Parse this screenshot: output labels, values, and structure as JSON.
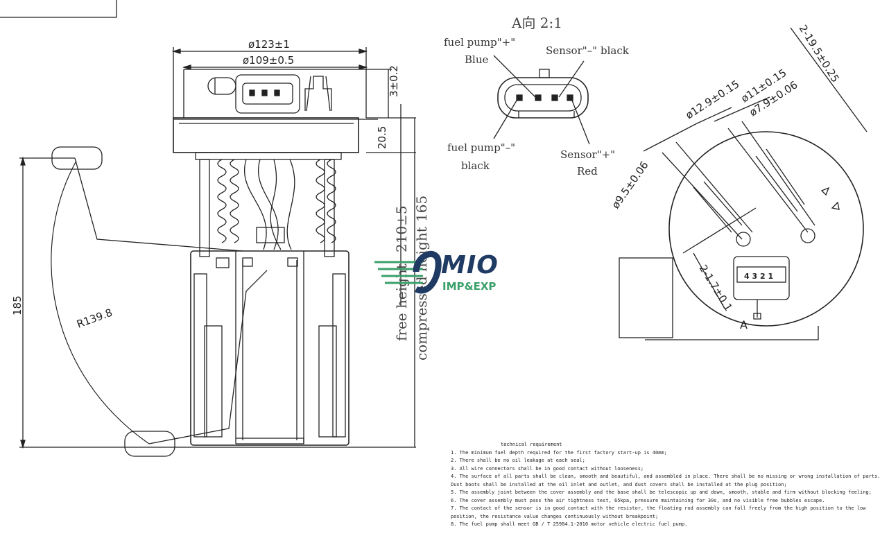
{
  "view_title": "A向 2:1",
  "dimensions": {
    "flange_outer": "ø123±1",
    "flange_inner": "ø109±0.5",
    "top_offset": "3±0.2",
    "flange_height": "20.5",
    "free_height_label": "free height",
    "free_height_value": "210±5",
    "compressed_height_label": "compressed height",
    "compressed_height_value": "165",
    "total_depth": "185",
    "float_radius": "R139.8",
    "port_a": "ø12.9±0.15",
    "port_b": "ø11±0.15",
    "port_c": "ø7.9±0.06",
    "port_d": "ø9.5±0.06",
    "angle_top": "2-19.5±0.25",
    "angle_bottom": "2-1.7±0.1",
    "pins": "4 3 2 1",
    "view_arrow": "A"
  },
  "connector_labels": {
    "pump_plus": "fuel pump\"+\"",
    "pump_plus_color": "Blue",
    "sensor_minus": "Sensor\"–\"",
    "sensor_minus_color": "black",
    "pump_minus": "fuel pump\"–\"",
    "pump_minus_color": "black",
    "sensor_plus": "Sensor\"+\"",
    "sensor_plus_color": "Red"
  },
  "logo": {
    "name": "MIO",
    "sub": "IMP&EXP",
    "primary_color": "#1f3a63",
    "accent_color": "#3aa06a"
  },
  "technical_requirements": {
    "title": "technical requirement",
    "items": [
      "1. The minimum fuel depth required for the first factory start-up is 40mm;",
      "2. There shall be no oil leakage at each seal;",
      "3. All wire connectors shall be in good contact without looseness;",
      "4. The surface of all parts shall be clean, smooth and beautiful, and assembled in place. There shall be no missing or wrong installation of parts. Dust boots shall be installed at the oil inlet and outlet, and dust covers shall be installed at the plug position;",
      "5. The assembly joint between the cover assembly and the base shall be telescopic up and down, smooth, stable and firm without blocking feeling;",
      "6. The cover assembly must pass the air tightness test, 65kpa, pressure maintaining for 30s, and no visible free bubbles escape.",
      "7. The contact of the sensor is in good contact with the resistor, the floating rod assembly can fall freely from the high position to the low position, the resistance value changes continuously without breakpoint;",
      "8. The fuel pump shall meet GB / T 25984.1-2010 motor vehicle electric fuel pump."
    ]
  }
}
